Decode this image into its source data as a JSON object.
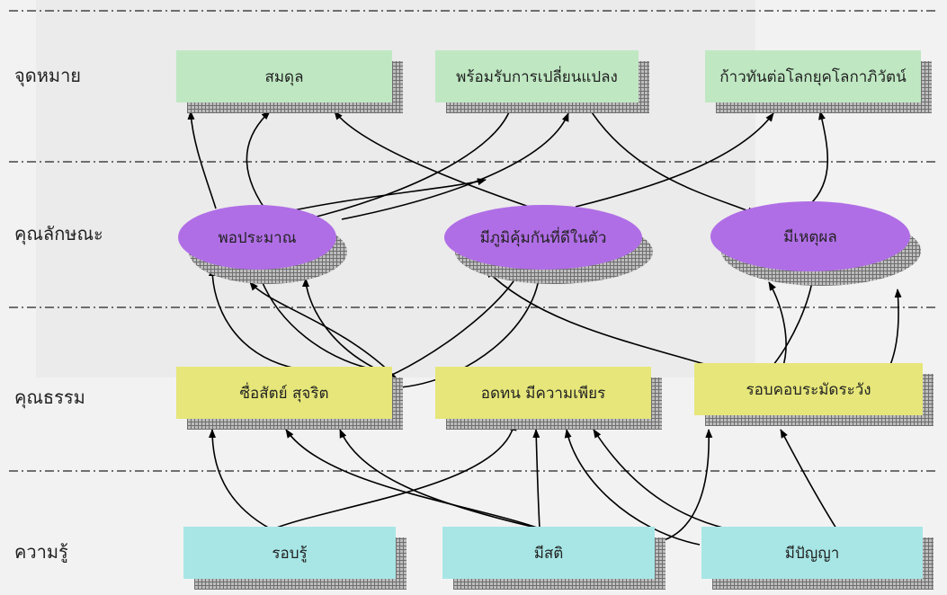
{
  "rows": {
    "goal": "จุดหมาย",
    "traits": "คุณลักษณะ",
    "morals": "คุณธรรม",
    "knowledge": "ความรู้"
  },
  "nodes": {
    "balance": "สมดุล",
    "ready_for_change": "พร้อมรับการเปลี่ยนแปลง",
    "keep_up_globalization": "ก้าวทันต่อโลกยุคโลกาภิวัตน์",
    "moderation": "พอประมาณ",
    "immunity": "มีภูมิคุ้มกันที่ดีในตัว",
    "reasonableness": "มีเหตุผล",
    "honesty": "ซื่อสัตย์ สุจริต",
    "perseverance": "อดทน มีความเพียร",
    "prudence": "รอบคอบระมัดระวัง",
    "knowledgeable": "รอบรู้",
    "mindfulness": "มีสติ",
    "wisdom": "มีปัญญา"
  },
  "colors": {
    "goal_box": "#bfe8c2",
    "trait_ellipse": "#b06ee6",
    "moral_box": "#e6e67a",
    "knowledge_box": "#a8e6e6"
  }
}
